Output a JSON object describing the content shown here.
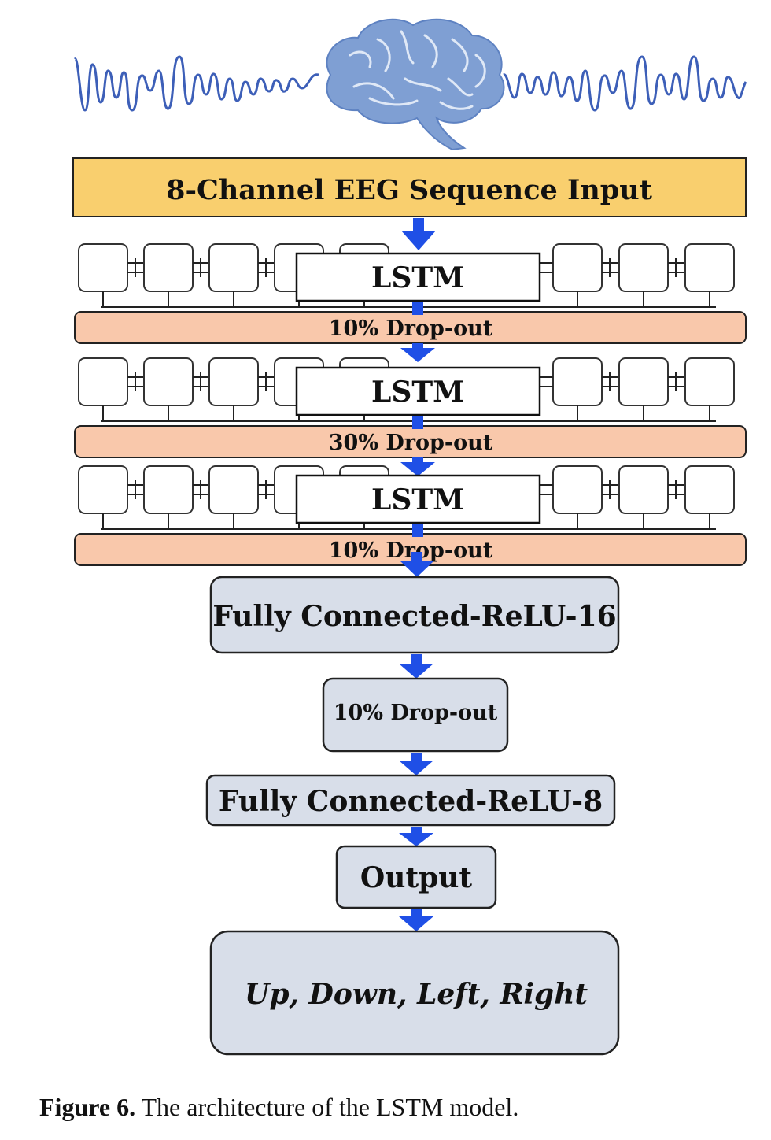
{
  "input_label": "8-Channel EEG Sequence Input",
  "lstm_layers": [
    {
      "label": "LSTM",
      "dropout": "10% Drop-out"
    },
    {
      "label": "LSTM",
      "dropout": "30% Drop-out"
    },
    {
      "label": "LSTM",
      "dropout": "10% Drop-out"
    }
  ],
  "fc1_label": "Fully Connected-ReLU-16",
  "dropout_mid_label": "10% Drop-out",
  "fc2_label": "Fully Connected-ReLU-8",
  "output_label": "Output",
  "classes_label": "Up, Down, Left, Right",
  "caption": {
    "prefix": "Figure 6.",
    "text": " The architecture of the LSTM model."
  },
  "colors": {
    "input_fill": "#f9cf6e",
    "dropout_fill": "#f9c8ab",
    "box_fill": "#d8dee9",
    "arrow": "#1f4fe6",
    "wave": "#3d5fb8",
    "brain": "#7f9fd3"
  }
}
